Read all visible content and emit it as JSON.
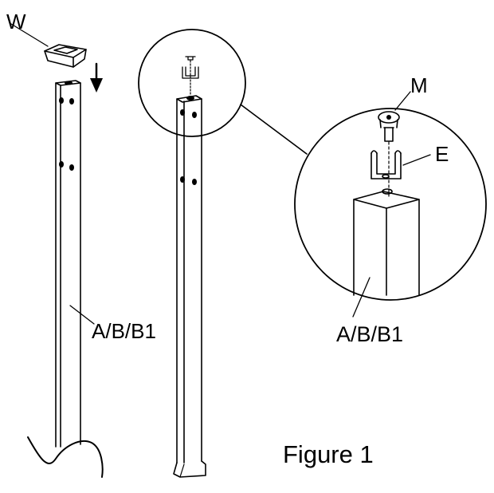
{
  "labels": {
    "part_w": "W",
    "part_m": "M",
    "part_e": "E",
    "post_left": "A/B/B1",
    "post_detail": "A/B/B1",
    "figure_caption": "Figure 1"
  },
  "colors": {
    "line": "#000000",
    "background": "#ffffff",
    "post_face_light": "#ffffff",
    "post_face_shade": "#ffffff"
  },
  "icons": {
    "down_arrow": "down-arrow-icon"
  }
}
